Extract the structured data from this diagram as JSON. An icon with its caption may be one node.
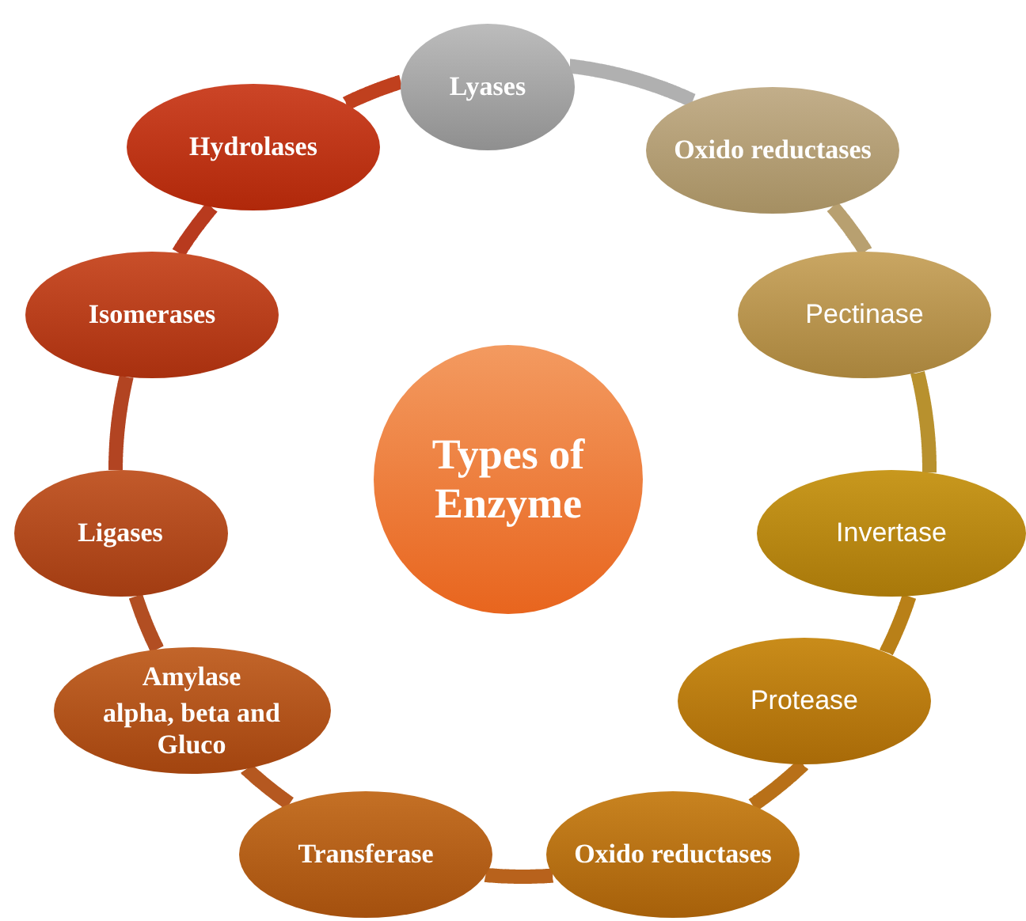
{
  "diagram": {
    "nodes": [
      {
        "text": [
          "Types of Enzyme"
        ]
      },
      {
        "text": [
          "Lyases"
        ]
      },
      {
        "text": [
          "Oxido reductases"
        ]
      },
      {
        "text": [
          "Pectinase"
        ]
      },
      {
        "text": [
          "Invertase"
        ]
      },
      {
        "text": [
          "Protease"
        ]
      },
      {
        "text": [
          "Oxido reductases"
        ]
      },
      {
        "text": [
          "Transferase"
        ]
      },
      {
        "text": [
          "Amylase",
          "alpha, beta and Gluco"
        ]
      },
      {
        "text": [
          "Ligases"
        ]
      },
      {
        "text": [
          "Isomerases"
        ]
      },
      {
        "text": [
          "Hydrolases"
        ]
      }
    ],
    "edges": [
      {
        "from": 1,
        "to": 2,
        "arrow": "none",
        "color": "#b0b0b0"
      },
      {
        "from": 2,
        "to": 3,
        "arrow": "none",
        "color": "#b8a070"
      },
      {
        "from": 3,
        "to": 4,
        "arrow": "none",
        "color": "#b8912e"
      },
      {
        "from": 4,
        "to": 5,
        "arrow": "none",
        "color": "#b98018"
      },
      {
        "from": 5,
        "to": 6,
        "arrow": "none",
        "color": "#b87018"
      },
      {
        "from": 6,
        "to": 7,
        "arrow": "none",
        "color": "#b8621c"
      },
      {
        "from": 7,
        "to": 8,
        "arrow": "none",
        "color": "#b55820"
      },
      {
        "from": 8,
        "to": 9,
        "arrow": "none",
        "color": "#b24e22"
      },
      {
        "from": 9,
        "to": 10,
        "arrow": "none",
        "color": "#b24422"
      },
      {
        "from": 10,
        "to": 11,
        "arrow": "none",
        "color": "#b83a1e"
      },
      {
        "from": 11,
        "to": 1,
        "arrow": "none",
        "color": "#c0401e"
      }
    ]
  }
}
